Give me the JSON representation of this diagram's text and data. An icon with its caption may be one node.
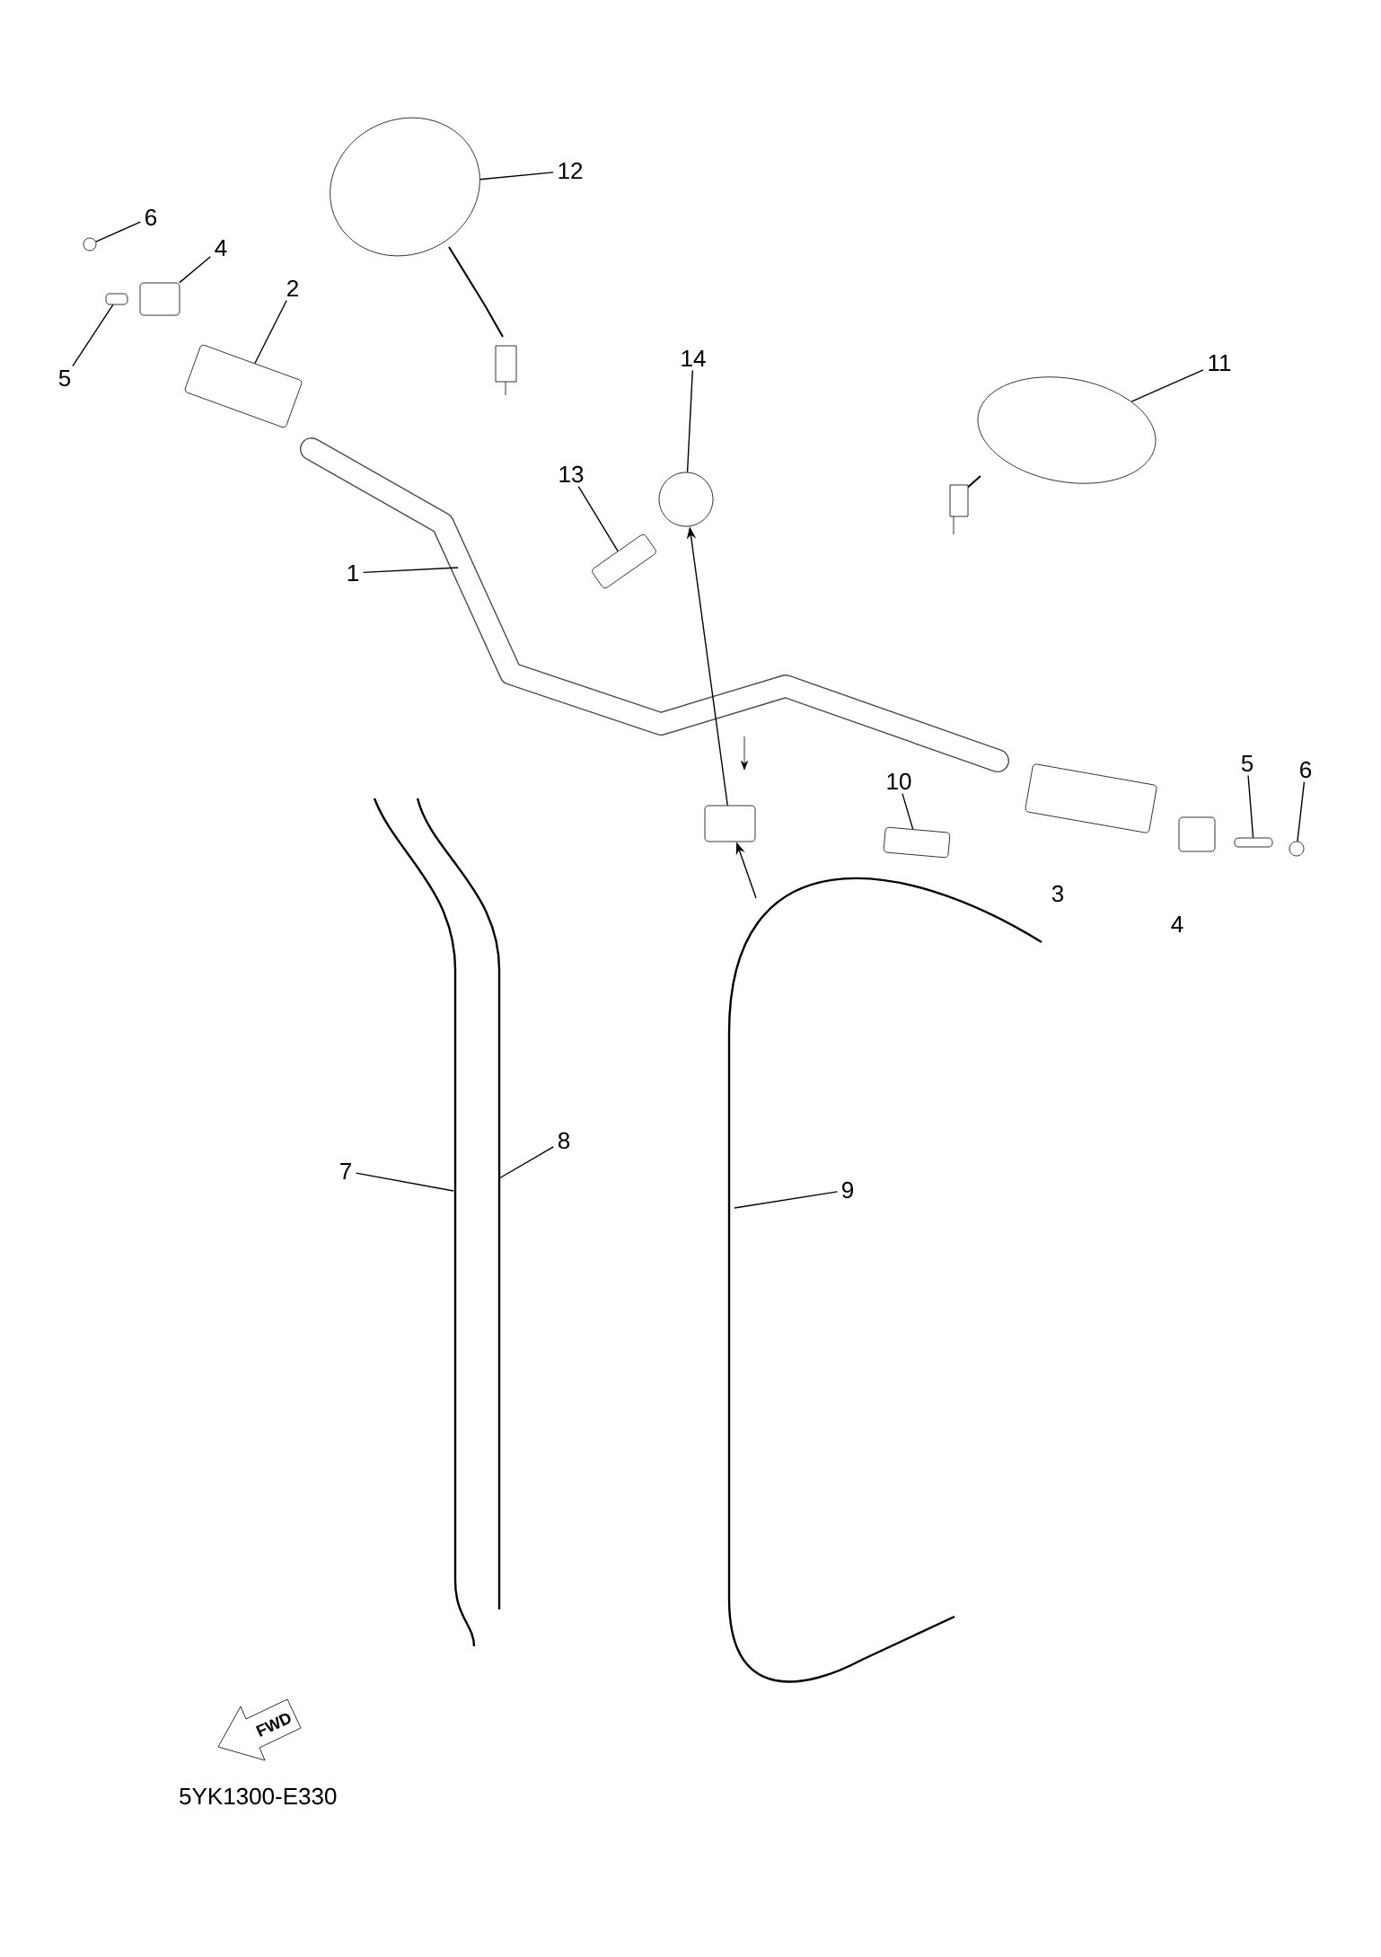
{
  "diagram": {
    "nodes": [
      {
        "text": [
          "12"
        ]
      },
      {
        "text": [
          "6"
        ]
      },
      {
        "text": [
          "4"
        ]
      },
      {
        "text": [
          "2"
        ]
      },
      {
        "text": [
          "5"
        ]
      },
      {
        "text": [
          "14"
        ]
      },
      {
        "text": [
          "11"
        ]
      },
      {
        "text": [
          "13"
        ]
      },
      {
        "text": [
          "1"
        ]
      },
      {
        "text": [
          "5"
        ]
      },
      {
        "text": [
          "6"
        ]
      },
      {
        "text": [
          "10"
        ]
      },
      {
        "text": [
          "3"
        ]
      },
      {
        "text": [
          "4"
        ]
      },
      {
        "text": [
          "8"
        ]
      },
      {
        "text": [
          "7"
        ]
      },
      {
        "text": [
          "9"
        ]
      },
      {
        "text": [],
        "shape": "ellipse"
      },
      {
        "text": [],
        "shape": "circle"
      },
      {
        "text": [],
        "shape": "box"
      },
      {
        "text": [],
        "shape": "box"
      },
      {
        "text": [],
        "shape": "box"
      },
      {
        "text": [],
        "shape": "circle"
      },
      {
        "text": [],
        "shape": "ellipse"
      },
      {
        "text": [],
        "shape": "box"
      },
      {
        "text": [],
        "shape": "box"
      },
      {
        "text": [],
        "shape": "box"
      },
      {
        "text": [],
        "shape": "box"
      },
      {
        "text": [],
        "shape": "circle"
      },
      {
        "text": [],
        "shape": "box"
      },
      {
        "text": [],
        "shape": "box"
      }
    ],
    "edges": [
      {
        "from": 0,
        "to": 17,
        "arrow": "none"
      },
      {
        "from": 1,
        "to": 18,
        "arrow": "none"
      },
      {
        "from": 2,
        "to": 19,
        "arrow": "none"
      },
      {
        "from": 3,
        "to": 21,
        "arrow": "none"
      },
      {
        "from": 4,
        "to": 20,
        "arrow": "none"
      },
      {
        "from": 5,
        "to": 22,
        "arrow": "none"
      },
      {
        "from": 6,
        "to": 23,
        "arrow": "none"
      },
      {
        "from": 7,
        "to": 24,
        "arrow": "none"
      },
      {
        "from": 8,
        "to": null,
        "arrow": "none"
      },
      {
        "from": 9,
        "to": 27,
        "arrow": "none"
      },
      {
        "from": 10,
        "to": 28,
        "arrow": "none"
      },
      {
        "from": 11,
        "to": 26,
        "arrow": "none"
      },
      {
        "from": 14,
        "to": null,
        "arrow": "none"
      },
      {
        "from": 15,
        "to": null,
        "arrow": "none"
      },
      {
        "from": 16,
        "to": null,
        "arrow": "none"
      },
      {
        "from": null,
        "to": 25,
        "arrow": "to"
      },
      {
        "from": 25,
        "to": 22,
        "arrow": "to"
      }
    ],
    "labels": [
      "FWD",
      "5YK1300-E330"
    ]
  }
}
